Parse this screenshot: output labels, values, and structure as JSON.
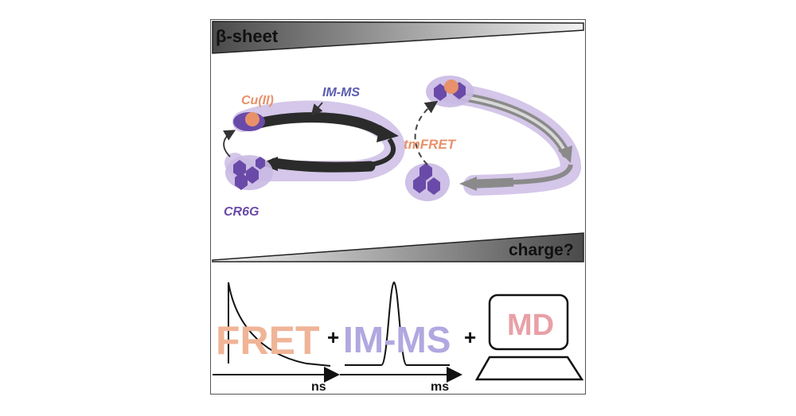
{
  "top_wedge": {
    "label": "β-sheet"
  },
  "bottom_wedge": {
    "label": "charge?"
  },
  "annotations": {
    "cu": "Cu(II)",
    "imms": "IM-MS",
    "tmfret": "tmFRET",
    "cr6g": "CR6G"
  },
  "methods": {
    "fret": "FRET",
    "imms": "IM-MS",
    "md": "MD",
    "plus": "+",
    "unit_ns": "ns",
    "unit_ms": "ms"
  },
  "colors": {
    "orange": "#e8916a",
    "purple": "#6a4aa8",
    "blue_text": "#5a5cb0",
    "halo": "#c9b9e3",
    "fret_text": "#f0b497",
    "imms_text": "#b0a8e0",
    "md_text": "#e8a0a6"
  }
}
